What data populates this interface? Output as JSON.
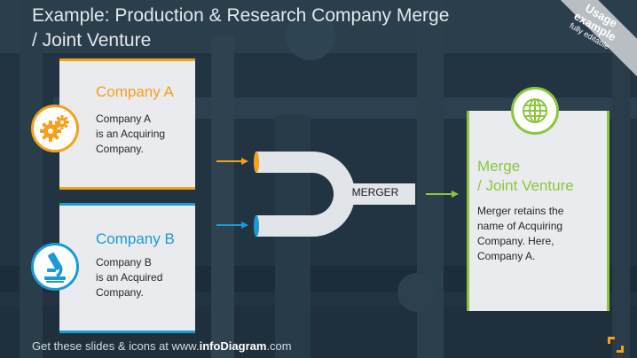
{
  "title": {
    "line1": "Example: Production & Research Company Merge",
    "line2": "/ Joint Venture"
  },
  "badge": {
    "line1": "Usage",
    "line2": "example",
    "line3": "fully editable"
  },
  "company_a": {
    "heading": "Company A",
    "body": [
      "Company A",
      "is an Acquiring",
      "Company."
    ],
    "icon": "gears-icon",
    "color": "#f6a01a"
  },
  "company_b": {
    "heading": "Company B",
    "body": [
      "Company B",
      "is an Acquired",
      "Company."
    ],
    "icon": "microscope-icon",
    "color": "#1a9ad6"
  },
  "merger": {
    "label": "MERGER"
  },
  "result": {
    "heading": [
      "Merge",
      "/ Joint Venture"
    ],
    "body": [
      "Merger retains the",
      "name of Acquiring",
      "Company. Here,",
      "Company A."
    ],
    "icon": "globe-icon",
    "color": "#8cc63e"
  },
  "footer": {
    "prefix": "Get these slides & icons at www.",
    "brand": "infoDiagram",
    "suffix": ".com"
  }
}
